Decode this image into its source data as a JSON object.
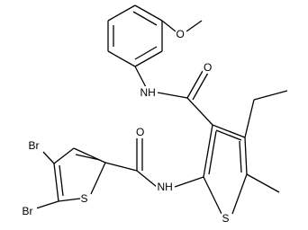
{
  "figure": {
    "background": "#ffffff",
    "line_color": "#000000",
    "text_color": "#000000"
  },
  "atom_labels": {
    "methoxy_o": "O",
    "amide1_o": "O",
    "amide1_nh": "NH",
    "amide2_o": "O",
    "amide2_nh": "NH",
    "thiophene_s": "S",
    "bromothiophene_s": "S",
    "br_upper": "Br",
    "br_lower": "Br"
  }
}
